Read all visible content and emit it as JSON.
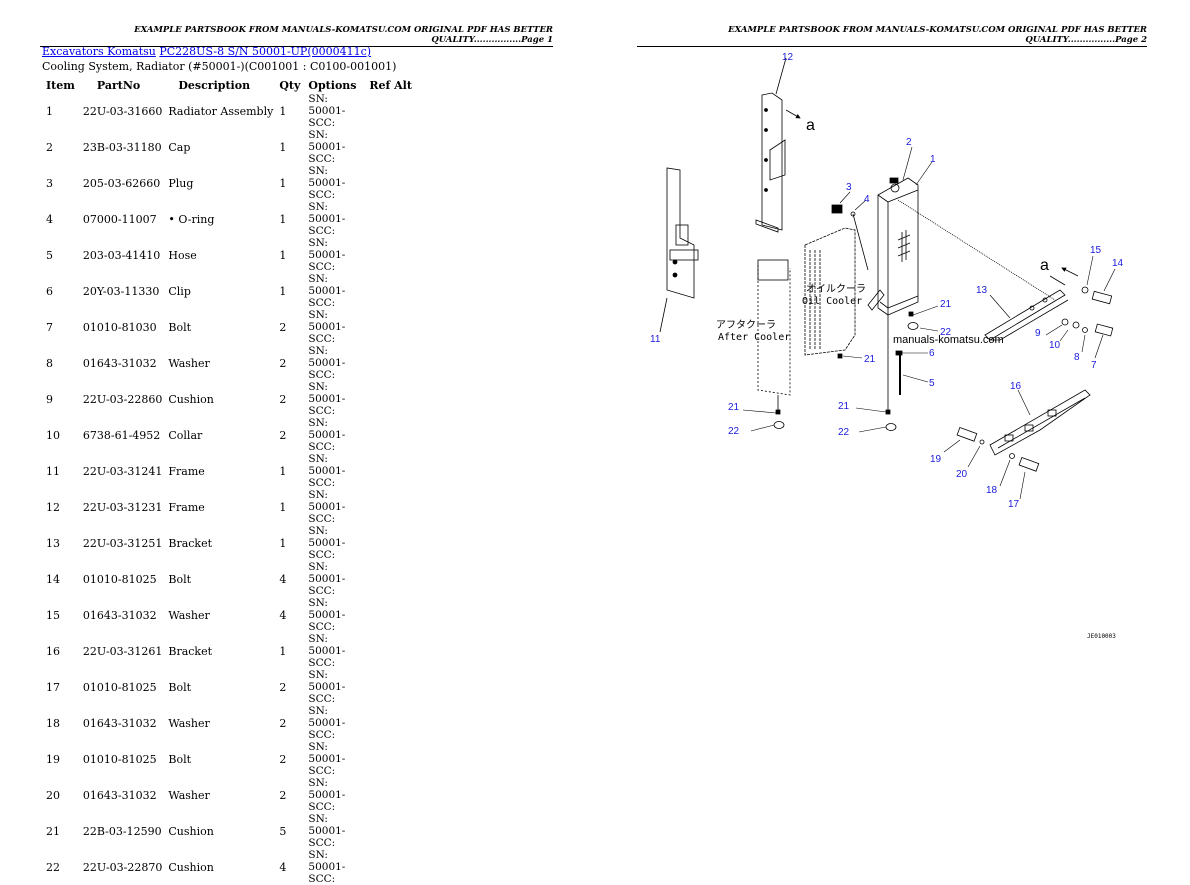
{
  "pages": [
    {
      "header": "EXAMPLE PARTSBOOK FROM MANUALS-KOMATSU.COM ORIGINAL PDF HAS BETTER QUALITY................Page 1"
    },
    {
      "header": "EXAMPLE PARTSBOOK FROM MANUALS-KOMATSU.COM ORIGINAL PDF HAS BETTER QUALITY................Page 2"
    }
  ],
  "breadcrumb": {
    "link1": "Excavators Komatsu",
    "link2": "PC228US-8 S/N 50001-UP(0000411c)"
  },
  "subtitle": "Cooling System, Radiator (#50001-)(C001001 : C0100-001001)",
  "table": {
    "headers": [
      "Item",
      "PartNo",
      "Description",
      "Qty",
      "Options",
      "Ref Alt"
    ],
    "rows": [
      {
        "item": "1",
        "part": "22U-03-31660",
        "desc": "Radiator Assembly",
        "qty": "1",
        "opt": "SN: 50001- SCC:"
      },
      {
        "item": "2",
        "part": "23B-03-31180",
        "desc": "Cap",
        "qty": "1",
        "opt": "SN: 50001- SCC:"
      },
      {
        "item": "3",
        "part": "205-03-62660",
        "desc": "Plug",
        "qty": "1",
        "opt": "SN: 50001- SCC:"
      },
      {
        "item": "4",
        "part": "07000-11007",
        "desc": "• O-ring",
        "qty": "1",
        "opt": "SN: 50001- SCC:"
      },
      {
        "item": "5",
        "part": "203-03-41410",
        "desc": "Hose",
        "qty": "1",
        "opt": "SN: 50001- SCC:"
      },
      {
        "item": "6",
        "part": "20Y-03-11330",
        "desc": "Clip",
        "qty": "1",
        "opt": "SN: 50001- SCC:"
      },
      {
        "item": "7",
        "part": "01010-81030",
        "desc": "Bolt",
        "qty": "2",
        "opt": "SN: 50001- SCC:"
      },
      {
        "item": "8",
        "part": "01643-31032",
        "desc": "Washer",
        "qty": "2",
        "opt": "SN: 50001- SCC:"
      },
      {
        "item": "9",
        "part": "22U-03-22860",
        "desc": "Cushion",
        "qty": "2",
        "opt": "SN: 50001- SCC:"
      },
      {
        "item": "10",
        "part": "6738-61-4952",
        "desc": "Collar",
        "qty": "2",
        "opt": "SN: 50001- SCC:"
      },
      {
        "item": "11",
        "part": "22U-03-31241",
        "desc": "Frame",
        "qty": "1",
        "opt": "SN: 50001- SCC:"
      },
      {
        "item": "12",
        "part": "22U-03-31231",
        "desc": "Frame",
        "qty": "1",
        "opt": "SN: 50001- SCC:"
      },
      {
        "item": "13",
        "part": "22U-03-31251",
        "desc": "Bracket",
        "qty": "1",
        "opt": "SN: 50001- SCC:"
      },
      {
        "item": "14",
        "part": "01010-81025",
        "desc": "Bolt",
        "qty": "4",
        "opt": "SN: 50001- SCC:"
      },
      {
        "item": "15",
        "part": "01643-31032",
        "desc": "Washer",
        "qty": "4",
        "opt": "SN: 50001- SCC:"
      },
      {
        "item": "16",
        "part": "22U-03-31261",
        "desc": "Bracket",
        "qty": "1",
        "opt": "SN: 50001- SCC:"
      },
      {
        "item": "17",
        "part": "01010-81025",
        "desc": "Bolt",
        "qty": "2",
        "opt": "SN: 50001- SCC:"
      },
      {
        "item": "18",
        "part": "01643-31032",
        "desc": "Washer",
        "qty": "2",
        "opt": "SN: 50001- SCC:"
      },
      {
        "item": "19",
        "part": "01010-81025",
        "desc": "Bolt",
        "qty": "2",
        "opt": "SN: 50001- SCC:"
      },
      {
        "item": "20",
        "part": "01643-31032",
        "desc": "Washer",
        "qty": "2",
        "opt": "SN: 50001- SCC:"
      },
      {
        "item": "21",
        "part": "22B-03-12590",
        "desc": "Cushion",
        "qty": "5",
        "opt": "SN: 50001- SCC:"
      },
      {
        "item": "22",
        "part": "22U-03-22870",
        "desc": "Cushion",
        "qty": "4",
        "opt": "SN: 50001- SCC:"
      }
    ]
  },
  "diagram": {
    "labels": {
      "oil_cooler_jp": "オイルクーラ",
      "oil_cooler": "Oil Cooler",
      "after_cooler_jp": "アフタクーラ",
      "after_cooler": "After Cooler",
      "watermark": "manuals-komatsu.com",
      "ref_a": "a",
      "drawing_code": "JE010003"
    },
    "callouts": [
      "1",
      "2",
      "3",
      "4",
      "5",
      "6",
      "7",
      "8",
      "9",
      "10",
      "11",
      "12",
      "13",
      "14",
      "15",
      "16",
      "17",
      "18",
      "19",
      "20",
      "21",
      "21",
      "21",
      "21",
      "22",
      "22",
      "22"
    ]
  }
}
